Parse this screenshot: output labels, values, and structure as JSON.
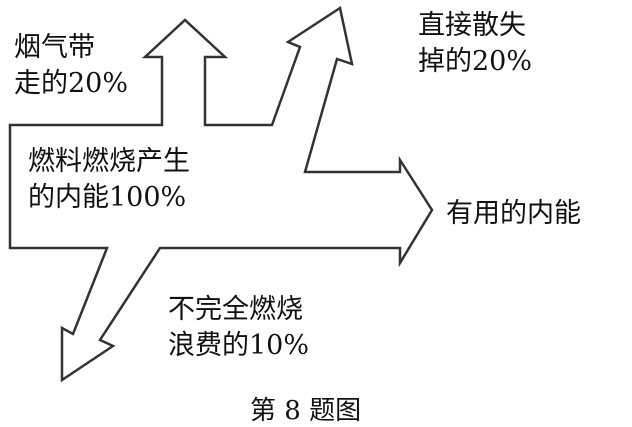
{
  "diagram": {
    "source": {
      "line1": "燃料燃烧产生",
      "line2": "的内能100%"
    },
    "smoke": {
      "line1": "烟气带",
      "line2": "走的20%"
    },
    "dissipated": {
      "line1": "直接散失",
      "line2": "掉的20%"
    },
    "useful": {
      "label": "有用的内能"
    },
    "incomplete": {
      "line1": "不完全燃烧",
      "line2": "浪费的10%"
    }
  },
  "caption": "第 8 题图",
  "colors": {
    "stroke": "#333333",
    "text": "#111111",
    "background": "#ffffff"
  }
}
